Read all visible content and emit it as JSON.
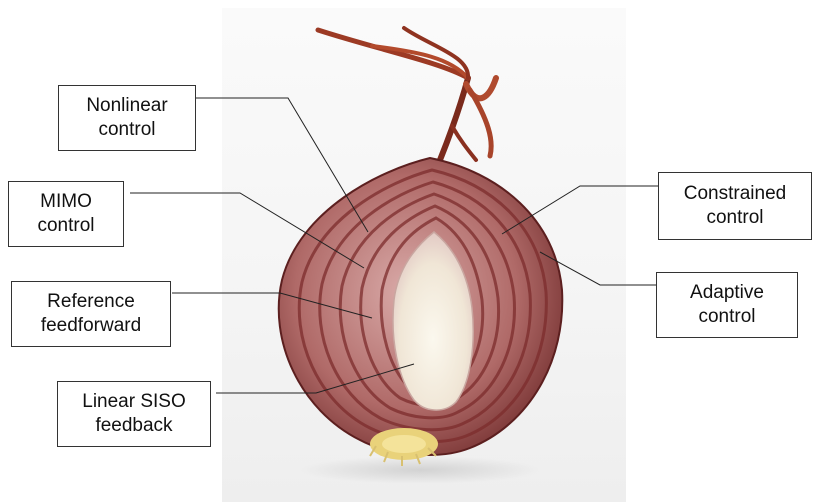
{
  "labels": {
    "nonlinear": {
      "line1": "Nonlinear",
      "line2": "control"
    },
    "mimo": {
      "line1": "MIMO",
      "line2": "control"
    },
    "reference": {
      "line1": "Reference",
      "line2": "feedforward"
    },
    "linear_siso": {
      "line1": "Linear SISO",
      "line2": "feedback"
    },
    "constrained": {
      "line1": "Constrained",
      "line2": "control"
    },
    "adaptive": {
      "line1": "Adaptive",
      "line2": "control"
    }
  }
}
